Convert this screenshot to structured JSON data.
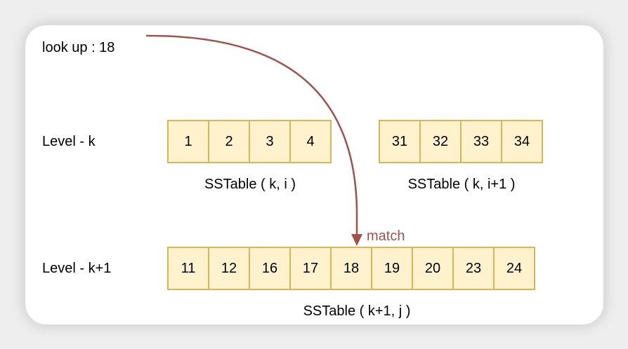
{
  "lookup": "look up : 18",
  "levels": [
    {
      "label": "Level - k",
      "tables": [
        {
          "caption": "SSTable ( k, i )",
          "keys": [
            "1",
            "2",
            "3",
            "4"
          ]
        },
        {
          "caption": "SSTable ( k, i+1 )",
          "keys": [
            "31",
            "32",
            "33",
            "34"
          ]
        }
      ]
    },
    {
      "label": "Level - k+1",
      "tables": [
        {
          "caption": "SSTable ( k+1, j )",
          "keys": [
            "11",
            "12",
            "16",
            "17",
            "18",
            "19",
            "20",
            "23",
            "24"
          ]
        }
      ]
    }
  ],
  "arrow": {
    "label": "match",
    "color": "#a0524d"
  },
  "colors": {
    "cell_fill": "#fff2cc",
    "cell_border": "#d6b656"
  }
}
